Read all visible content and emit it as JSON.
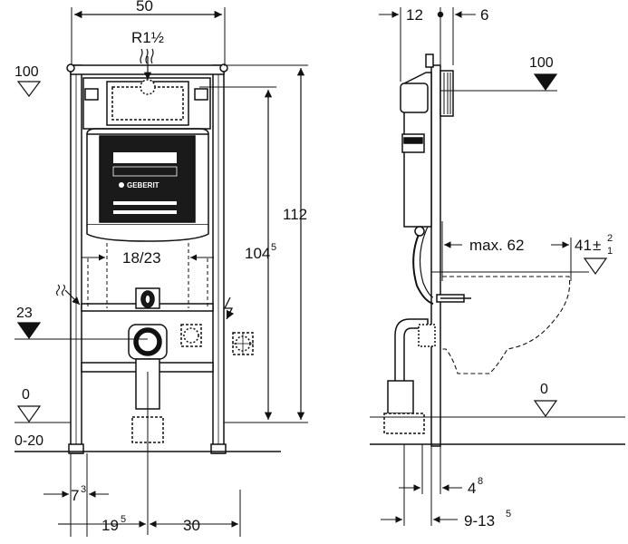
{
  "front_view": {
    "width": "50",
    "pipe_thread": "R1½",
    "level_top": "100",
    "level_mid": "23",
    "level_floor": "0",
    "floor_range": "0-20",
    "height_total": "112",
    "height_cistern": "104",
    "height_cistern_sup": "5",
    "bolt_spacing": "18/23",
    "frame_leg": "7",
    "frame_leg_sup": "3",
    "offset_center": "19",
    "offset_center_sup": "5",
    "offset_side": "30",
    "brand_logo": "GEBERIT"
  },
  "side_view": {
    "depth_frame": "12",
    "depth_plate": "6",
    "level_top": "100",
    "level_floor": "0",
    "max_projection": "max. 62",
    "bowl_height": "41",
    "tol_plus": "2",
    "tol_minus": "1",
    "pm_sign": "±",
    "offset_small": "4",
    "offset_small_sup": "8",
    "offset_range": "9-13",
    "offset_range_sup": "5"
  }
}
